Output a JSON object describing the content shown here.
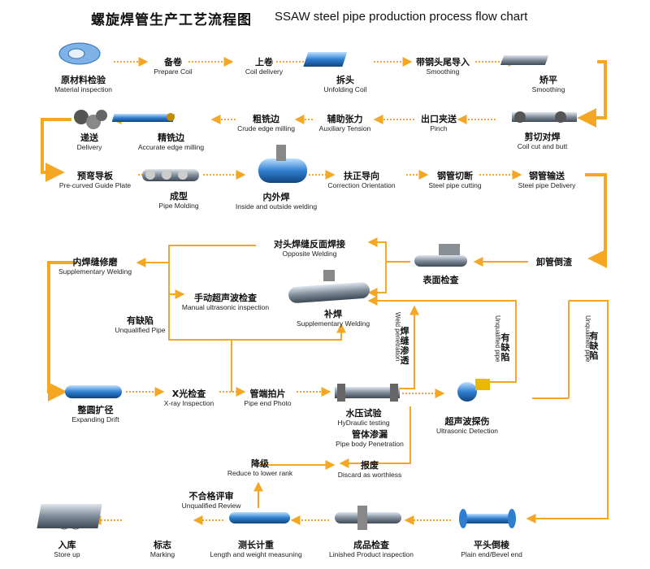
{
  "title": {
    "zh": "螺旋焊管生产工艺流程图",
    "en": "SSAW steel pipe production process flow chart"
  },
  "colors": {
    "flow": "#f5a623",
    "main_flow": "#f39c12",
    "steel": "#4a8fd0",
    "gray": "#9aa3ad"
  },
  "steps": {
    "raw_material": {
      "zh": "原材料检验",
      "en": "Material inspection"
    },
    "prepare_coil": {
      "zh": "备卷",
      "en": "Prepare   Coil"
    },
    "coil_delivery": {
      "zh": "上卷",
      "en": "Coil   delivery"
    },
    "unfolding": {
      "zh": "拆头",
      "en": "Unfolding Coil"
    },
    "smoothing1": {
      "zh": "带钢头尾导入",
      "en": "Smoothing"
    },
    "smoothing2": {
      "zh": "矫平",
      "en": "Smoothing"
    },
    "cut_butt": {
      "zh": "剪切对焊",
      "en": "Coil cut and butt"
    },
    "pinch": {
      "zh": "出口夹送",
      "en": "Pinch"
    },
    "aux_tension": {
      "zh": "辅助张力",
      "en": "Auxiliary Tension"
    },
    "crude_milling": {
      "zh": "粗铣边",
      "en": "Crude edge milling"
    },
    "accurate_milling": {
      "zh": "精铣边",
      "en": "Accurate edge milling"
    },
    "delivery": {
      "zh": "递送",
      "en": "Delivery"
    },
    "guide_plate": {
      "zh": "预弯导板",
      "en": "Pre-curved Guide Plate"
    },
    "pipe_molding": {
      "zh": "成型",
      "en": "Pipe Molding"
    },
    "io_welding": {
      "zh": "内外焊",
      "en": "Inside and outside welding"
    },
    "correction": {
      "zh": "扶正导向",
      "en": "Correction Orientation"
    },
    "cutting": {
      "zh": "钢管切断",
      "en": "Steel pipe cutting"
    },
    "pipe_delivery": {
      "zh": "钢管输送",
      "en": "Steel pipe Delivery"
    },
    "unload": {
      "zh": "卸管倒渣",
      "en": ""
    },
    "surface": {
      "zh": "表面检查",
      "en": ""
    },
    "opposite": {
      "zh": "对头焊缝反面焊接",
      "en": "Opposite Welding"
    },
    "manual_ut": {
      "zh": "手动超声波检查",
      "en": "Manual ultrasonic inspection"
    },
    "supp_weld": {
      "zh": "补焊",
      "en": "Supplementary Welding"
    },
    "inner_repair": {
      "zh": "内焊缝修磨",
      "en": "Supplementary Welding"
    },
    "defect_left": {
      "zh": "有缺陷",
      "en": "Unqualified Pipe"
    },
    "expanding": {
      "zh": "整圆扩径",
      "en": "Expanding Drift"
    },
    "xray": {
      "zh": "X光检查",
      "en": "X-ray Inspection"
    },
    "pipe_end_photo": {
      "zh": "管端拍片",
      "en": "Pipe end Photo"
    },
    "hydro": {
      "zh": "水压试验",
      "en": "HyDraulic testing"
    },
    "body_pen": {
      "zh": "管体渗漏",
      "en": "Pipe body Penetration"
    },
    "ut_detect": {
      "zh": "超声波探伤",
      "en": "Ultrasonic Detection"
    },
    "weld_pen": {
      "zh": "焊缝渗透",
      "en": "Weld penetration"
    },
    "defect_mid": {
      "zh": "有缺陷",
      "en": "Unqualified pipe"
    },
    "defect_right": {
      "zh": "有缺陷",
      "en": "Unqualified pipe"
    },
    "downgrade": {
      "zh": "降级",
      "en": "Reduce to lower rank"
    },
    "discard": {
      "zh": "报废",
      "en": "Discard as worthless"
    },
    "review": {
      "zh": "不合格评审",
      "en": "Unqualified Review"
    },
    "store": {
      "zh": "入库",
      "en": "Store up"
    },
    "marking": {
      "zh": "标志",
      "en": "Marking"
    },
    "measuring": {
      "zh": "测长计重",
      "en": "Length and weight measuning"
    },
    "finished": {
      "zh": "成品检查",
      "en": "Linished Product inspection"
    },
    "bevel": {
      "zh": "平头倒棱",
      "en": "Plain end/Bevel end"
    }
  }
}
